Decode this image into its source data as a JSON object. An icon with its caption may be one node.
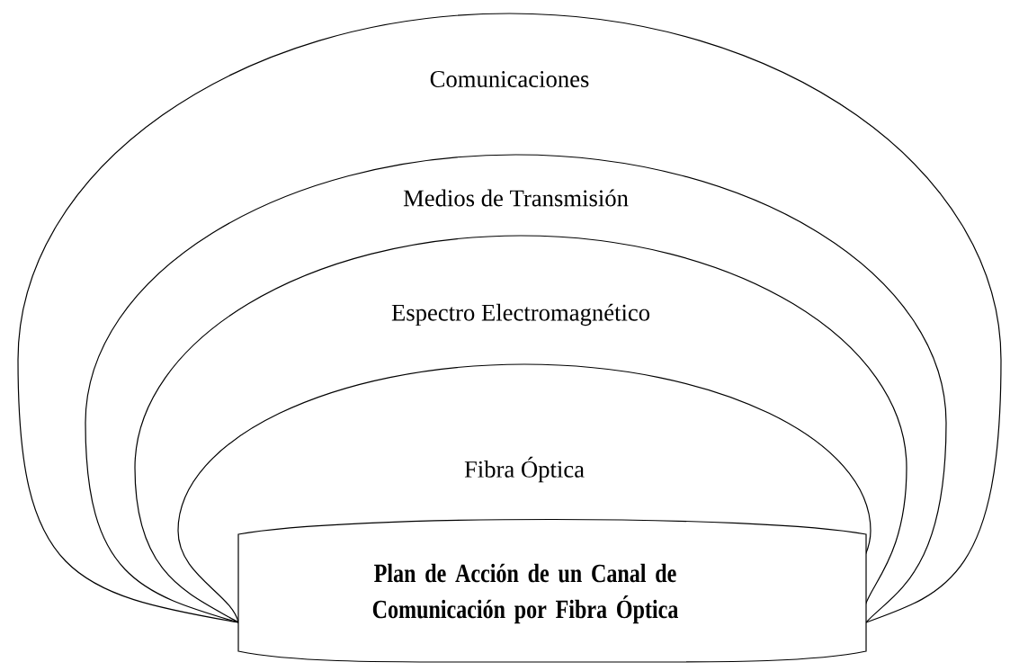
{
  "diagram": {
    "nodes": [
      {
        "text": [
          "Comunicaciones"
        ]
      },
      {
        "text": [
          "Medios de Transmisión"
        ],
        "in": 0
      },
      {
        "text": [
          "Espectro Electromagnético"
        ],
        "in": 1
      },
      {
        "text": [
          "Fibra Óptica"
        ],
        "in": 2
      },
      {
        "text": [
          "Plan de Acción de un Canal de Comunicación por Fibra Óptica"
        ]
      }
    ]
  }
}
